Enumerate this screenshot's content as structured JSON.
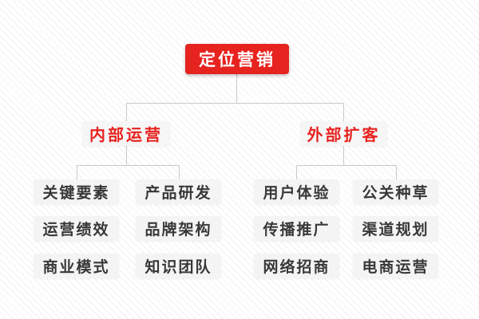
{
  "tree": {
    "root": "定位营销",
    "left": {
      "label": "内部运营",
      "leaves": [
        "关键要素",
        "产品研发",
        "运营绩效",
        "品牌架构",
        "商业模式",
        "知识团队"
      ]
    },
    "right": {
      "label": "外部扩客",
      "leaves": [
        "用户体验",
        "公关种草",
        "传播推广",
        "渠道规划",
        "网络招商",
        "电商运营"
      ]
    }
  },
  "colors": {
    "accent_red": "#e7231f",
    "root_text": "#ffffff",
    "node_bg": "#f4f4f4",
    "branch_bg": "#f6f6f6",
    "leaf_text": "#383838",
    "connector": "#c9c9c9"
  }
}
